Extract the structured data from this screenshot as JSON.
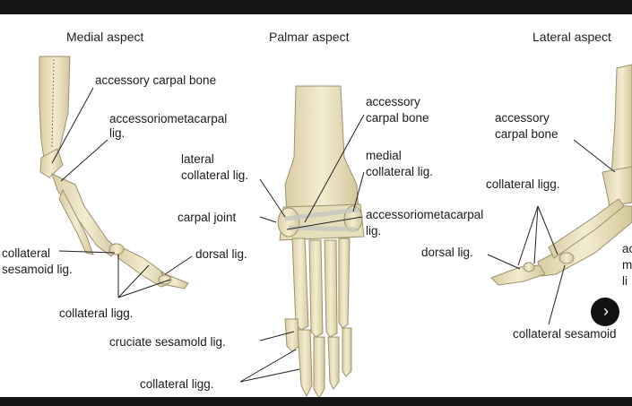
{
  "headings": {
    "medial": "Medial aspect",
    "palmar": "Palmar aspect",
    "lateral": "Lateral aspect"
  },
  "medial_labels": {
    "accessory_carpal_bone": "accessory carpal bone",
    "accessoriometacarpal_l1": "accessoriometacarpal",
    "accessoriometacarpal_l2": "lig.",
    "collateral_sesamoid_l1": "collateral",
    "collateral_sesamoid_l2": "sesamoid lig.",
    "dorsal_lig": "dorsal lig.",
    "collateral_ligg": "collateral ligg."
  },
  "palmar_labels": {
    "accessory_carpal_l1": "accessory",
    "accessory_carpal_l2": "carpal bone",
    "lateral_collateral_l1": "lateral",
    "lateral_collateral_l2": "collateral lig.",
    "medial_collateral_l1": "medial",
    "medial_collateral_l2": "collateral lig.",
    "carpal_joint": "carpal joint",
    "accessoriometacarpal_l1": "accessoriometacarpal",
    "accessoriometacarpal_l2": "lig.",
    "cruciate_sesamoid": "cruciate sesamold lig.",
    "collateral_ligg": "collateral ligg."
  },
  "lateral_labels": {
    "accessory_carpal_l1": "accessory",
    "accessory_carpal_l2": "carpal bone",
    "collateral_ligg": "collateral ligg.",
    "dorsal_lig": "dorsal lig.",
    "collateral_sesamoid": "collateral sesamoid",
    "cut_a": "ac",
    "cut_m": "m",
    "cut_li": "li"
  },
  "controls": {
    "next_symbol": "›"
  },
  "colors": {
    "bone": "#efe6c4",
    "bone_shadow": "#c9bd93",
    "ligament": "#d8d8d0",
    "leader_line": "#222222"
  }
}
